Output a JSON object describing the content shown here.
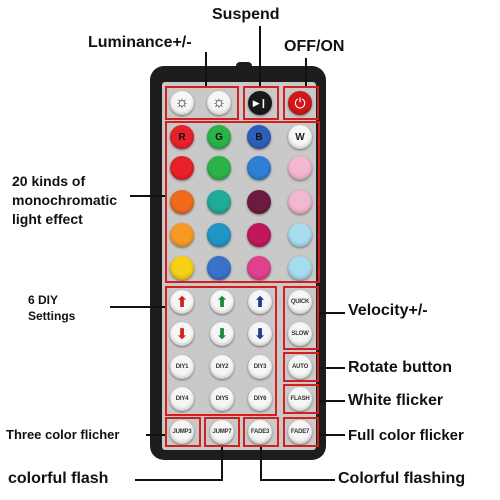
{
  "labels": {
    "suspend": "Suspend",
    "luminance": "Luminance+/-",
    "off_on": "OFF/ON",
    "monochromatic_line1": "20 kinds of",
    "monochromatic_line2": "monochromatic",
    "monochromatic_line3": "light effect",
    "diy_line1": "6 DIY",
    "diy_line2": "Settings",
    "velocity": "Velocity+/-",
    "rotate": "Rotate button",
    "white_flicker": "White flicker",
    "three_color": "Three color flicher",
    "full_color": "Full color flicker",
    "colorful_flash": "colorful flash",
    "colorful_flashing": "Colorful flashing"
  },
  "buttons": {
    "row1": {
      "r": "R",
      "g": "G",
      "b": "B",
      "w": "W"
    },
    "quick": "QUICK",
    "slow": "SLOW",
    "auto": "AUTO",
    "flash": "FLASH",
    "diy1": "DIY1",
    "diy2": "DIY2",
    "diy3": "DIY3",
    "diy4": "DIY4",
    "diy5": "DIY5",
    "diy6": "DIY6",
    "jump3": "JUMP3",
    "jump7": "JUMP7",
    "fade3": "FADE3",
    "fade7": "FADE7"
  },
  "colors": {
    "highlight": "#d22020",
    "color_rows": [
      [
        "#e8202a",
        "#2bb34a",
        "#2e7fd6",
        "#f3b7cf"
      ],
      [
        "#f06a1c",
        "#21a99a",
        "#6b1c3e",
        "#f3b7cf"
      ],
      [
        "#f59b25",
        "#1f96c6",
        "#c0185a",
        "#a7dcef"
      ],
      [
        "#f5d016",
        "#3a72c8",
        "#e0408e",
        "#a7dcef"
      ]
    ],
    "arrow_red": "#d42020",
    "arrow_green": "#1a8a3a",
    "arrow_blue": "#1a3f8f"
  }
}
